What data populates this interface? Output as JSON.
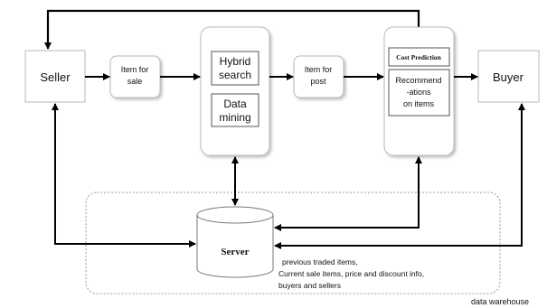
{
  "nodes": {
    "seller": "Seller",
    "item_for_sale_1": "Item for",
    "item_for_sale_2": "sale",
    "hybrid_1": "Hybrid",
    "hybrid_2": "search",
    "data_mining_1": "Data",
    "data_mining_2": "mining",
    "item_for_post_1": "Item for",
    "item_for_post_2": "post",
    "cost_prediction": "Cost Prediction",
    "recommend_1": "Recommend",
    "recommend_2": "-ations",
    "recommend_3": "on items",
    "buyer": "Buyer",
    "server": "Server"
  },
  "warehouse": {
    "line1": "previous traded items,",
    "line2": "Current sale items, price and discount info,",
    "line3": "buyers and sellers",
    "label": "data warehouse"
  },
  "colors": {
    "box_border": "#b8b8b8",
    "box_fill": "#ffffff",
    "arrow": "#000000",
    "dotted": "#9a9a9a"
  }
}
